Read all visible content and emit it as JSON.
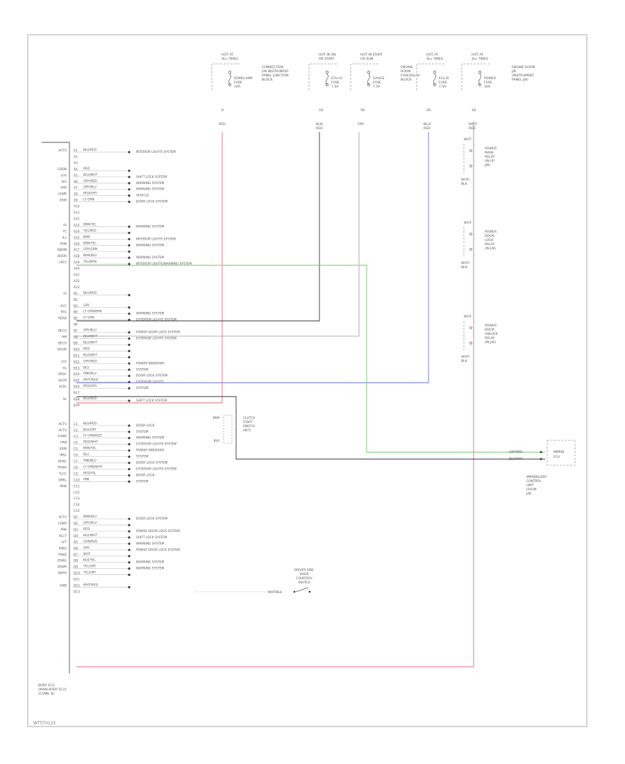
{
  "footer": "WT5T0125",
  "connector_label": [
    "BODY ECU",
    "(MAIN BODY ECU)",
    "(CONN. B)"
  ],
  "colors": {
    "frame": "#aaaaaa",
    "wire_dark": "#333333",
    "wire_gray": "#999999",
    "wire_red": "#e06a78",
    "wire_blue": "#6a6ae6",
    "wire_green": "#66cc66",
    "text": "#555555"
  },
  "top_fuses": [
    {
      "header": [
        "HOT AT",
        "ALL TIMES"
      ],
      "fuse": [
        "DOMELAMP",
        "FUSE",
        "10A"
      ],
      "note": [
        "CONNECTION",
        "ON INSTRUMENT",
        "PANEL JUNCTION",
        "BLOCK"
      ],
      "pin": "8",
      "wire": "RED"
    },
    {
      "header": [
        "HOT IN ON",
        "OR START"
      ],
      "fuse": [
        "ECU-IG",
        "FUSE",
        "7.5A"
      ],
      "note": [],
      "pin": "1D",
      "wire": "BLK/RED"
    },
    {
      "header": [
        "HOT IN START",
        "OR RUN"
      ],
      "fuse": [
        "GAUGE",
        "FUSE",
        "7.5A"
      ],
      "note": [
        "ENGINE",
        "ROOM",
        "FUSE/RELAY",
        "BLOCK"
      ],
      "pin": "5D",
      "wire": "GRY"
    },
    {
      "header": [
        "HOT AT",
        "ALL TIMES"
      ],
      "fuse": [
        "ECU-B",
        "FUSE",
        "7.5A"
      ],
      "note": [],
      "pin": "2D",
      "wire": "BLU/RED"
    },
    {
      "header": [
        "HOT AT",
        "ALL TIMES"
      ],
      "fuse": [
        "POWER",
        "FUSE",
        "30A"
      ],
      "note": [
        "ENGINE ROOM",
        "J/B",
        "(INSTRUMENT",
        "PANEL J/B)"
      ],
      "pin": "1D",
      "wire": "WHT/RED"
    }
  ],
  "relays": [
    {
      "label": [
        "POWER",
        "MAIN",
        "RELAY",
        "(IN I/P",
        "J/B)"
      ],
      "wire_top": "WHT",
      "wire_bottom": "WHT/BLK"
    },
    {
      "label": [
        "POWER",
        "DOOR",
        "LOCK",
        "RELAY",
        "(IN J/B)"
      ],
      "wire_top": "WHT",
      "wire_bottom": "WHT/BLK"
    },
    {
      "label": [
        "POWER",
        "DOOR",
        "UNLOCK",
        "RELAY",
        "(IN J/B)"
      ],
      "wire_top": "WHT",
      "wire_bottom": "WHT/BLK"
    }
  ],
  "left_rows": [
    {
      "side": "ACTV",
      "pin": "A1",
      "wire": "BLU/RED",
      "dest": "INTERIOR LIGHTS SYSTEM"
    },
    {
      "side": "",
      "pin": "A2",
      "wire": "",
      "dest": ""
    },
    {
      "side": "",
      "pin": "A3",
      "wire": "",
      "dest": ""
    },
    {
      "side": "CDSW",
      "pin": "A4",
      "wire": "RED",
      "dest": ""
    },
    {
      "side": "LCK",
      "pin": "A5",
      "wire": "BLU/WHT",
      "dest": "SHIFT LOCK SYSTEM"
    },
    {
      "side": "SIG",
      "pin": "A6",
      "wire": "GRY/RED",
      "dest": "WARNING SYSTEM"
    },
    {
      "side": "SPD",
      "pin": "A7",
      "wire": "GRY/BLU",
      "dest": "WARNING SYSTEM"
    },
    {
      "side": "LSWR",
      "pin": "A8",
      "wire": "RED/GRY",
      "dest": "VEHICLE"
    },
    {
      "side": "KSW",
      "pin": "A9",
      "wire": "LT GRN",
      "dest": "DOOR LOCK SYSTEM"
    },
    {
      "side": "",
      "pin": "A10",
      "wire": "",
      "dest": ""
    },
    {
      "side": "",
      "pin": "A11",
      "wire": "",
      "dest": ""
    },
    {
      "side": "",
      "pin": "A12",
      "wire": "",
      "dest": ""
    },
    {
      "side": "IG",
      "pin": "A13",
      "wire": "BRN/YEL",
      "dest": "WARNING SYSTEM"
    },
    {
      "side": "TC",
      "pin": "A14",
      "wire": "YEL/RED",
      "dest": ""
    },
    {
      "side": "ILL",
      "pin": "A15",
      "wire": "BRN",
      "dest": "INTERIOR LIGHTS SYSTEM"
    },
    {
      "side": "PSW",
      "pin": "A16",
      "wire": "BRN/YEL",
      "dest": "WARNING SYSTEM"
    },
    {
      "side": "SWDN",
      "pin": "A17",
      "wire": "GRY/GRN",
      "dest": ""
    },
    {
      "side": "DOOR",
      "pin": "A18",
      "wire": "BRN/BLU",
      "dest": "WARNING SYSTEM"
    },
    {
      "side": "LRCY",
      "pin": "A19",
      "wire": "YEL/BRN",
      "dest": "INTERIOR LIGHTS/WARNING SYSTEM"
    },
    {
      "side": "",
      "pin": "A20",
      "wire": "",
      "dest": ""
    },
    {
      "side": "",
      "pin": "A21",
      "wire": "",
      "dest": ""
    },
    {
      "side": "",
      "pin": "A22",
      "wire": "",
      "dest": ""
    },
    {
      "side": "",
      "pin": "A23",
      "wire": "",
      "dest": ""
    },
    {
      "side": "IG",
      "pin": "B1",
      "wire": "BLU/RED",
      "dest": ""
    },
    {
      "side": "",
      "pin": "B2",
      "wire": "",
      "dest": ""
    },
    {
      "side": "ACC",
      "pin": "B3",
      "wire": "GRY",
      "dest": ""
    },
    {
      "side": "TAIL",
      "pin": "B4",
      "wire": "LT GRN/BRN",
      "dest": "WARNING SYSTEM"
    },
    {
      "side": "HEAD",
      "pin": "B5",
      "wire": "LT GRN",
      "dest": "EXTERIOR LIGHTS SYSTEM"
    },
    {
      "side": "",
      "pin": "B6",
      "wire": "",
      "dest": ""
    },
    {
      "side": "BECU",
      "pin": "B7",
      "wire": "GRY/BLU",
      "dest": "POWER DOOR LOCK SYSTEM"
    },
    {
      "side": "HM",
      "pin": "B8",
      "wire": "BLU/WHT",
      "dest": "EXTERIOR LIGHTS SYSTEM"
    },
    {
      "side": "BECU",
      "pin": "B9",
      "wire": "BLU/WHT",
      "dest": ""
    },
    {
      "side": "DOOR",
      "pin": "B10",
      "wire": "RED",
      "dest": ""
    },
    {
      "side": "",
      "pin": "B11",
      "wire": "BLK/WHT",
      "dest": ""
    },
    {
      "side": "CTY",
      "pin": "B12",
      "wire": "GRY/RED",
      "dest": "POWER WINDOWS"
    },
    {
      "side": "HL",
      "pin": "B13",
      "wire": "BLU",
      "dest": "SYSTEM"
    },
    {
      "side": "SRDC",
      "pin": "B14",
      "wire": "PNK/BLU",
      "dest": "DOOR LOCK SYSTEM"
    },
    {
      "side": "ALOD",
      "pin": "B15",
      "wire": "WHT/RED",
      "dest": "EXTERIOR LIGHTS"
    },
    {
      "side": "ALRL",
      "pin": "B16",
      "wire": "RED/GRY",
      "dest": "SYSTEM"
    },
    {
      "side": "",
      "pin": "B17",
      "wire": "",
      "dest": ""
    },
    {
      "side": "SL",
      "pin": "B18",
      "wire": "BLU/RED",
      "dest": "SHIFT LOCK SYSTEM"
    },
    {
      "side": "",
      "pin": "B19",
      "wire": "",
      "dest": ""
    },
    {
      "side": "",
      "pin": "",
      "wire": "",
      "dest": ""
    },
    {
      "side": "",
      "pin": "",
      "wire": "",
      "dest": ""
    },
    {
      "side": "ACTV",
      "pin": "C1",
      "wire": "BLU/RED",
      "dest": "DOOR LOCK"
    },
    {
      "side": "ACTV",
      "pin": "C2",
      "wire": "BLK/GRY",
      "dest": "SYSTEM"
    },
    {
      "side": "TOWP",
      "pin": "C3",
      "wire": "LT GRN/RED",
      "dest": "WARNING SYSTEM"
    },
    {
      "side": "FRN",
      "pin": "C4",
      "wire": "RED/WHT",
      "dest": "EXTERIOR LIGHTS SYSTEM"
    },
    {
      "side": "KSW",
      "pin": "C5",
      "wire": "BRN/YEL",
      "dest": "POWER WINDOWS"
    },
    {
      "side": "INSL",
      "pin": "C6",
      "wire": "BLU",
      "dest": "SYSTEM"
    },
    {
      "side": "BLWL",
      "pin": "C7",
      "wire": "PNK/BLU",
      "dest": "DOOR LOCK SYSTEM"
    },
    {
      "side": "RTWS",
      "pin": "C8",
      "wire": "LT GRN/WHT",
      "dest": "EXTERIOR LIGHTS SYSTEM"
    },
    {
      "side": "TLCC",
      "pin": "C9",
      "wire": "RED/YEL",
      "dest": "DOOR LOCK"
    },
    {
      "side": "DBKL",
      "pin": "C10",
      "wire": "PNK",
      "dest": "SYSTEM"
    },
    {
      "side": "PKW",
      "pin": "C11",
      "wire": "",
      "dest": ""
    },
    {
      "side": "",
      "pin": "C12",
      "wire": "",
      "dest": ""
    },
    {
      "side": "",
      "pin": "C13",
      "wire": "",
      "dest": ""
    },
    {
      "side": "",
      "pin": "C14",
      "wire": "",
      "dest": ""
    },
    {
      "side": "",
      "pin": "C15",
      "wire": "",
      "dest": ""
    },
    {
      "side": "ACTV",
      "pin": "D1",
      "wire": "BRN/BLU",
      "dest": "DOOR LOCK SYSTEM"
    },
    {
      "side": "LSWP",
      "pin": "D2",
      "wire": "GRY/BLU",
      "dest": ""
    },
    {
      "side": "PRK",
      "pin": "D3",
      "wire": "RED",
      "dest": "POWER DOOR LOCK SYSTEM"
    },
    {
      "side": "RLCY",
      "pin": "D4",
      "wire": "BLU/WHT",
      "dest": "SHIFT LOCK SYSTEM"
    },
    {
      "side": "LFT",
      "pin": "D5",
      "wire": "GRN/RED",
      "dest": "WARNING SYSTEM"
    },
    {
      "side": "PSKU",
      "pin": "D6",
      "wire": "GRY",
      "dest": "POWER DOOR LOCK SYSTEM"
    },
    {
      "side": "PSKD",
      "pin": "D7",
      "wire": "WHT",
      "dest": ""
    },
    {
      "side": "DSWL",
      "pin": "D8",
      "wire": "BLK/YEL",
      "dest": "WARNING SYSTEM"
    },
    {
      "side": "DSWR",
      "pin": "D9",
      "wire": "YEL/GRY",
      "dest": "WARNING SYSTEM"
    },
    {
      "side": "SWTR",
      "pin": "D10",
      "wire": "YEL/GRY",
      "dest": ""
    },
    {
      "side": "",
      "pin": "D11",
      "wire": "",
      "dest": ""
    },
    {
      "side": "GND",
      "pin": "D12",
      "wire": "WHT/RED",
      "dest": ""
    },
    {
      "side": "",
      "pin": "D13",
      "wire": "",
      "dest": ""
    }
  ],
  "side_switch": {
    "label": [
      "CLUTCH",
      "START",
      "SWITCH",
      "(M/T)"
    ],
    "wire_top": "BRN",
    "wire_bottom": "BLK"
  },
  "immobilizer": {
    "pins": [
      "GRY/RED",
      "BLK/WHT"
    ],
    "box": [
      "IMMOB",
      "ECU"
    ],
    "label": [
      "IMMOBILIZER",
      "CONTROL",
      "UNIT",
      "(FROM",
      "J/B)"
    ]
  },
  "door_switch": {
    "label": [
      "DRIVER SIDE",
      "DOOR",
      "COURTESY",
      "SWITCH"
    ],
    "wire": "WHT/BLK"
  }
}
